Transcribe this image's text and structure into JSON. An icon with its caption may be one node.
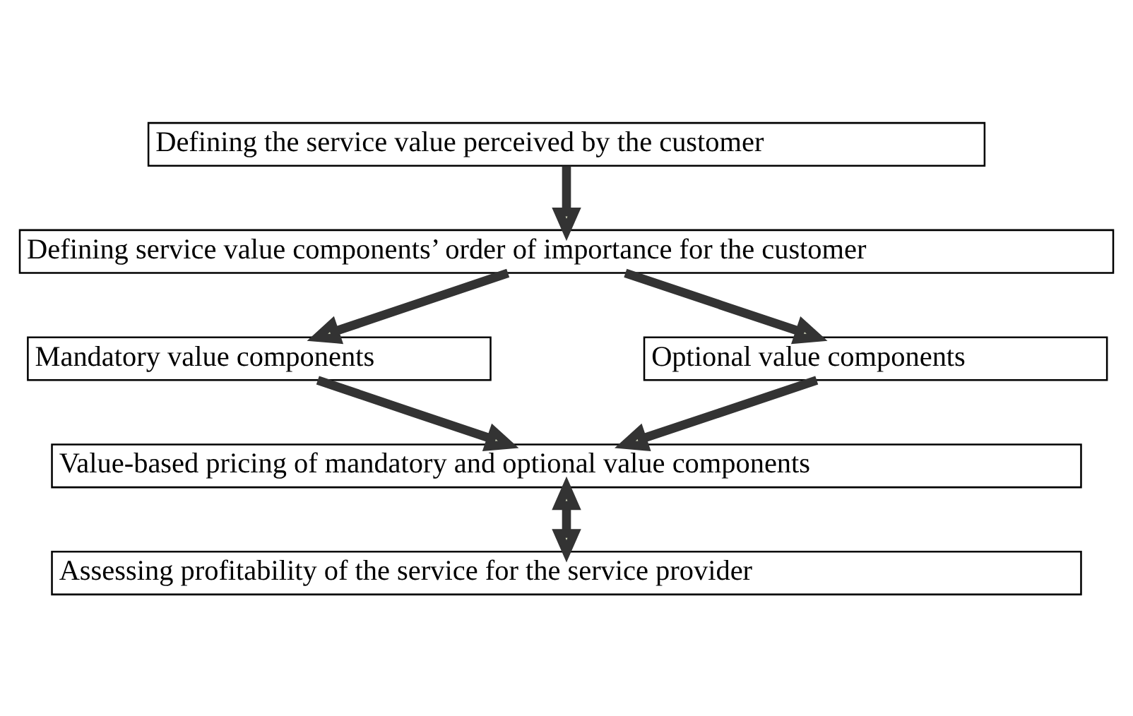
{
  "diagram": {
    "nodes": [
      {
        "text": [
          "Defining the service value perceived by the customer"
        ]
      },
      {
        "text": [
          "Defining service value components’ order of importance for the customer"
        ]
      },
      {
        "text": [
          "Mandatory value components"
        ]
      },
      {
        "text": [
          "Optional value components"
        ]
      },
      {
        "text": [
          "Value-based pricing of mandatory and optional value components"
        ]
      },
      {
        "text": [
          "Assessing profitability of the service for the service provider"
        ]
      }
    ],
    "edges": [
      {
        "from": 0,
        "to": 1,
        "arrow": "to"
      },
      {
        "from": 1,
        "to": 2,
        "arrow": "to"
      },
      {
        "from": 1,
        "to": 3,
        "arrow": "to"
      },
      {
        "from": 2,
        "to": 4,
        "arrow": "to"
      },
      {
        "from": 3,
        "to": 4,
        "arrow": "to"
      },
      {
        "from": 4,
        "to": 5,
        "arrow": "both"
      }
    ]
  }
}
